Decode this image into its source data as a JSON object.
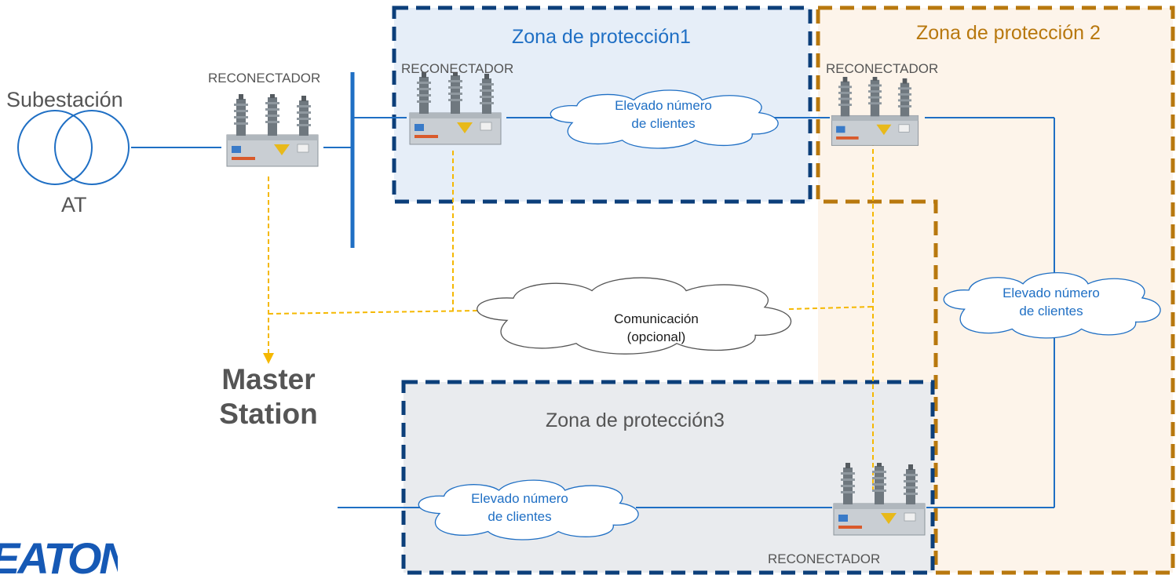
{
  "substation": {
    "label": "Subestación",
    "type_label": "AT"
  },
  "reclosers": {
    "main": "RECONECTADOR",
    "zone1": "RECONECTADOR",
    "zone2": "RECONECTADOR",
    "zone3": "RECONECTADOR"
  },
  "zones": {
    "zone1": "Zona de protección1",
    "zone2": "Zona de protección 2",
    "zone3": "Zona de protección3"
  },
  "clouds": {
    "zone1": {
      "line1": "Elevado número",
      "line2": "de clientes"
    },
    "zone2": {
      "line1": "Elevado número",
      "line2": "de clientes"
    },
    "zone3": {
      "line1": "Elevado número",
      "line2": "de clientes"
    },
    "comm": {
      "line1": "Comunicación",
      "line2": "(opcional)"
    }
  },
  "master_station": {
    "line1": "Master",
    "line2": "Station"
  },
  "logo": {
    "text": "EATON"
  },
  "colors": {
    "power_line": "#1f6fc4",
    "comm_line": "#f5b800",
    "zone_blue": "#0c3f7a",
    "zone_orange": "#b8780e",
    "zone1_fill": "#e6eef8",
    "zone2_fill": "#fdf4ea",
    "zone3_fill": "#e9ebee",
    "logo_blue": "#1659b5"
  }
}
